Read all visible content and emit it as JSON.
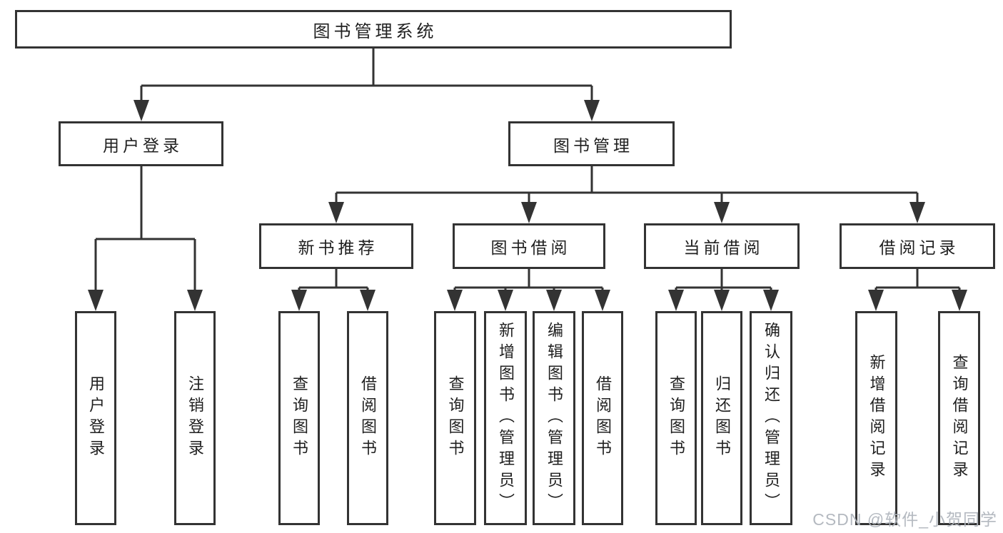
{
  "diagram": {
    "root": "图书管理系统",
    "user": {
      "label": "用户登录",
      "leaves": [
        "用户登录",
        "注销登录"
      ]
    },
    "mgmt": {
      "label": "图书管理",
      "groups": [
        {
          "label": "新书推荐",
          "leaves": [
            "查询图书",
            "借阅图书"
          ]
        },
        {
          "label": "图书借阅",
          "leaves": [
            "查询图书",
            "新增图书（管理员）",
            "编辑图书（管理员）",
            "借阅图书"
          ]
        },
        {
          "label": "当前借阅",
          "leaves": [
            "查询图书",
            "归还图书",
            "确认归还（管理员）"
          ]
        },
        {
          "label": "借阅记录",
          "leaves": [
            "新增借阅记录",
            "查询借阅记录"
          ]
        }
      ]
    },
    "watermark": "CSDN @软件_小贺同学",
    "colors": {
      "line": "#333333",
      "text": "#1f1f1f",
      "watermark": "#b0b5bd",
      "background": "#ffffff"
    }
  }
}
